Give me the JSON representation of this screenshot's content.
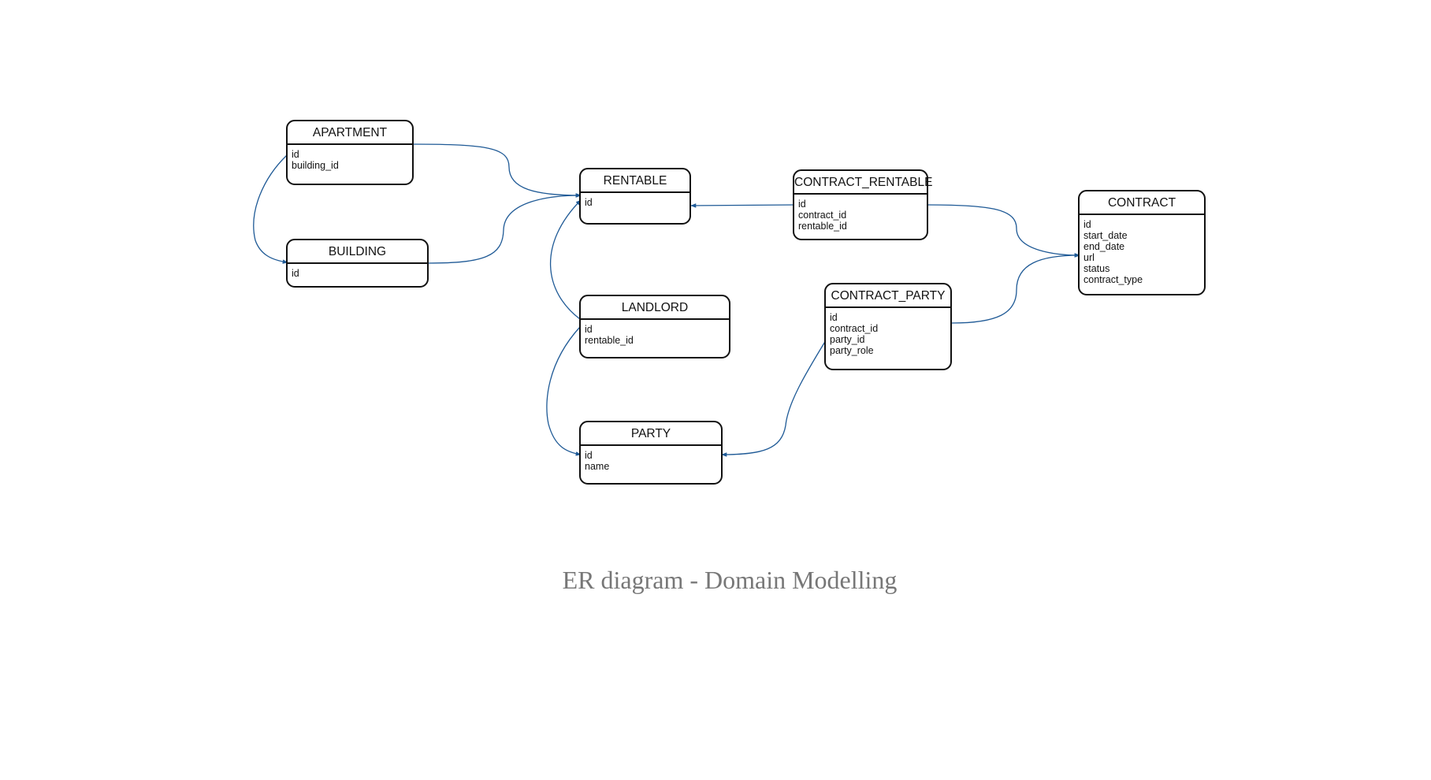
{
  "diagram": {
    "caption": "ER diagram - Domain Modelling",
    "link_color": "#1f5a96",
    "border_color": "#111111",
    "caption_color": "#777777",
    "entities": [
      {
        "id": "apartment",
        "title": "APARTMENT",
        "fields": [
          "id",
          "building_id"
        ]
      },
      {
        "id": "building",
        "title": "BUILDING",
        "fields": [
          "id"
        ]
      },
      {
        "id": "rentable",
        "title": "RENTABLE",
        "fields": [
          "id"
        ]
      },
      {
        "id": "landlord",
        "title": "LANDLORD",
        "fields": [
          "id",
          "rentable_id"
        ]
      },
      {
        "id": "party",
        "title": "PARTY",
        "fields": [
          "id",
          "name"
        ]
      },
      {
        "id": "contract-rentable",
        "title": "CONTRACT_RENTABLE",
        "fields": [
          "id",
          "contract_id",
          "rentable_id"
        ]
      },
      {
        "id": "contract-party",
        "title": "CONTRACT_PARTY",
        "fields": [
          "id",
          "contract_id",
          "party_id",
          "party_role"
        ]
      },
      {
        "id": "contract",
        "title": "CONTRACT",
        "fields": [
          "id",
          "start_date",
          "end_date",
          "url",
          "status",
          "contract_type"
        ]
      }
    ],
    "relationships": [
      {
        "from": "APARTMENT",
        "to": "RENTABLE"
      },
      {
        "from": "APARTMENT",
        "to": "BUILDING"
      },
      {
        "from": "BUILDING",
        "to": "RENTABLE"
      },
      {
        "from": "LANDLORD",
        "to": "RENTABLE"
      },
      {
        "from": "LANDLORD",
        "to": "PARTY"
      },
      {
        "from": "CONTRACT_RENTABLE",
        "to": "RENTABLE"
      },
      {
        "from": "CONTRACT_RENTABLE",
        "to": "CONTRACT"
      },
      {
        "from": "CONTRACT_PARTY",
        "to": "CONTRACT"
      },
      {
        "from": "CONTRACT_PARTY",
        "to": "PARTY"
      }
    ]
  }
}
